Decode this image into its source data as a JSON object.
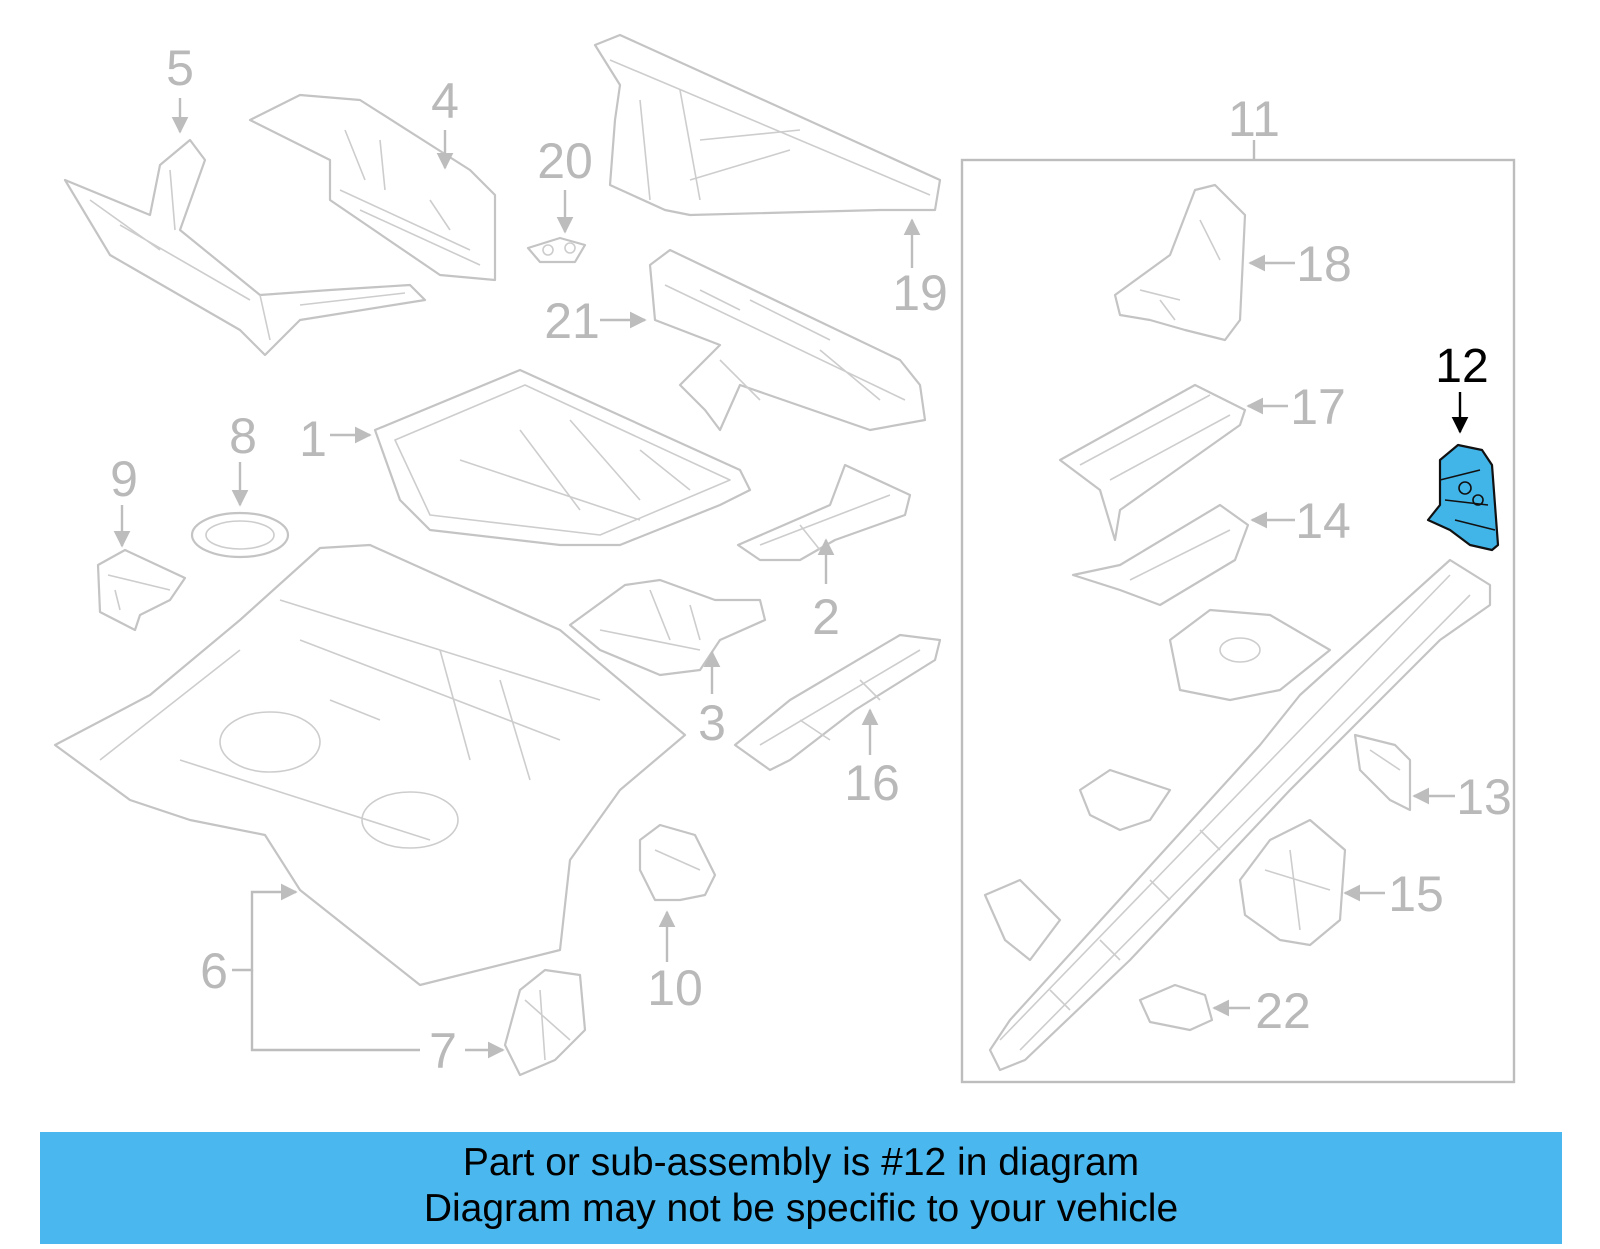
{
  "diagram": {
    "callouts": [
      "1",
      "2",
      "3",
      "4",
      "5",
      "6",
      "7",
      "8",
      "9",
      "10",
      "11",
      "12",
      "13",
      "14",
      "15",
      "16",
      "17",
      "18",
      "19",
      "20",
      "21",
      "22"
    ],
    "highlight_callout": "12",
    "colors": {
      "highlight_fill": "#41b4e8",
      "line_gray": "#c4c4c4",
      "banner_bg": "#4ab8ee"
    }
  },
  "banner": {
    "line1": "Part or sub-assembly is #12 in diagram",
    "line2": "Diagram may not be specific to your vehicle"
  }
}
